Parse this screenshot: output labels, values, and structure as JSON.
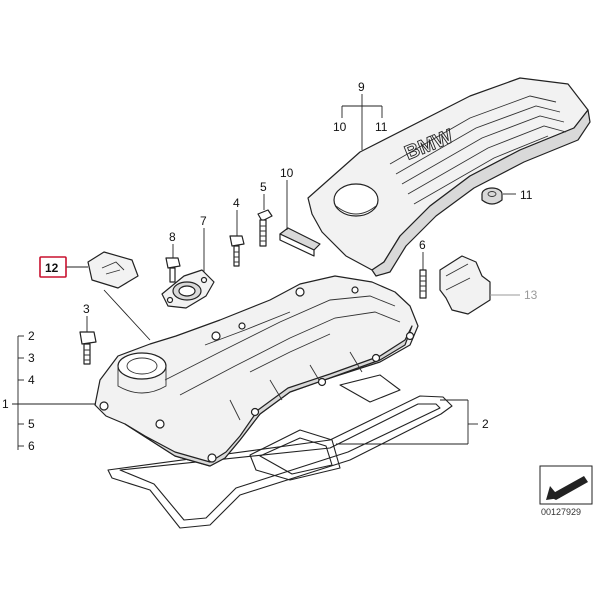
{
  "callouts": {
    "c1": "1",
    "c2_left": "2",
    "c3_left": "3",
    "c4_left": "4",
    "c5_left": "5",
    "c6_left": "6",
    "c2_right": "2",
    "c3_top": "3",
    "c4_top": "4",
    "c5_top": "5",
    "c6_right": "6",
    "c7": "7",
    "c8": "8",
    "c9": "9",
    "c10_top": "10",
    "c10_mid": "10",
    "c11_top": "11",
    "c11_right": "11",
    "c12": "12",
    "c13": "13"
  },
  "cover_logo": "BMW",
  "diagram_ref": "00127929",
  "colors": {
    "highlight": "#c8102e",
    "muted": "#9a9a9a"
  }
}
